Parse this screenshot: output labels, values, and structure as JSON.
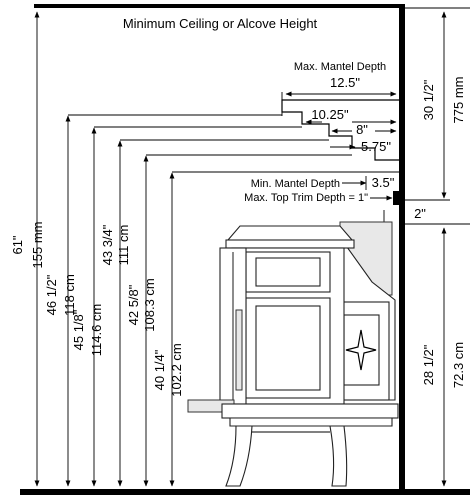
{
  "title": "Minimum Ceiling or Alcove Height",
  "mantel": {
    "max_depth_label": "Max. Mantel Depth",
    "max_depth_value": "12.5\"",
    "steps": [
      "10.25\"",
      "8\"",
      "5.75\""
    ],
    "min_depth_label": "Min. Mantel Depth",
    "min_depth_value": "3.5\"",
    "top_trim_label": "Max. Top Trim Depth = 1\""
  },
  "wall_offset": "2\"",
  "heights": {
    "ceiling": {
      "in": "61\"",
      "metric": "155 mm"
    },
    "h1": {
      "in": "46 1/2\"",
      "metric": "118 cm"
    },
    "h2": {
      "in": "45 1/8\"",
      "metric": "114.6 cm"
    },
    "h3": {
      "in": "43 3/4\"",
      "metric": "111 cm"
    },
    "h4": {
      "in": "42 5/8\"",
      "metric": "108.3 cm"
    },
    "h5": {
      "in": "40 1/4\"",
      "metric": "102.2 cm"
    }
  },
  "right_dims": {
    "top": {
      "in": "30 1/2\"",
      "metric": "775 mm"
    },
    "bottom": {
      "in": "28 1/2\"",
      "metric": "72.3 cm"
    }
  }
}
